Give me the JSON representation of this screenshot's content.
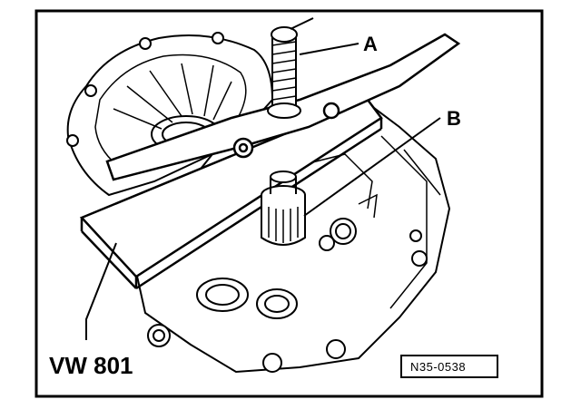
{
  "labels": {
    "tool_a": "A",
    "tool_b": "B",
    "fixture": "VW 801"
  },
  "reference_code": "N35-0538",
  "colors": {
    "ink": "#000000",
    "paper": "#ffffff",
    "shade": "#d9d9d9"
  }
}
